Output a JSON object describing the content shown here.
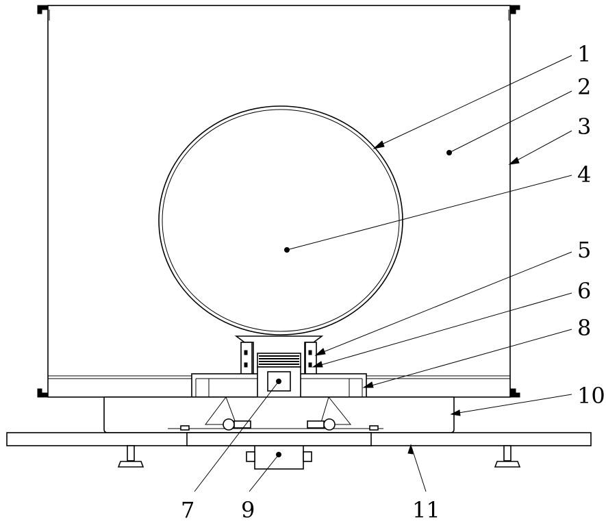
{
  "callouts": [
    {
      "id": "1",
      "text": "1"
    },
    {
      "id": "2",
      "text": "2"
    },
    {
      "id": "3",
      "text": "3"
    },
    {
      "id": "4",
      "text": "4"
    },
    {
      "id": "5",
      "text": "5"
    },
    {
      "id": "6",
      "text": "6"
    },
    {
      "id": "8",
      "text": "8"
    },
    {
      "id": "10",
      "text": "10"
    },
    {
      "id": "7",
      "text": "7"
    },
    {
      "id": "9",
      "text": "9"
    },
    {
      "id": "11",
      "text": "11"
    }
  ],
  "colors": {
    "line": "#000000",
    "background": "#ffffff"
  }
}
